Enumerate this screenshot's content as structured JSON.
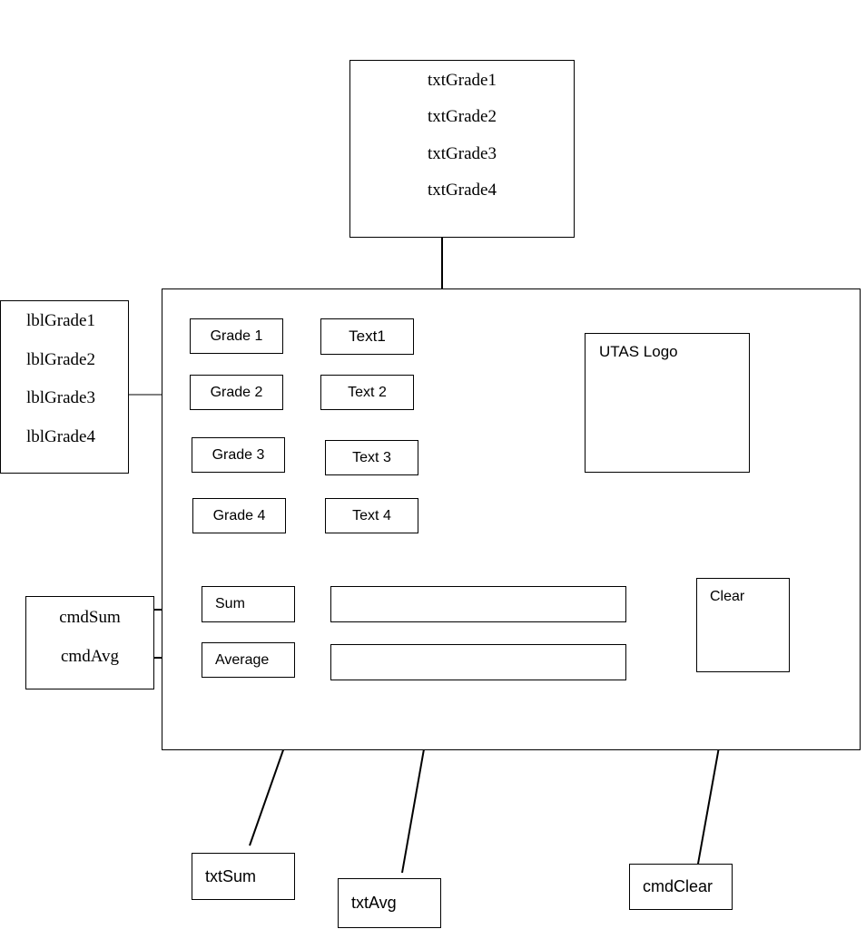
{
  "callouts": {
    "text_boxes": [
      "txtGrade1",
      "txtGrade2",
      "txtGrade3",
      "txtGrade4"
    ],
    "labels": [
      "lblGrade1",
      "lblGrade2",
      "lblGrade3",
      "lblGrade4"
    ],
    "commands": [
      "cmdSum",
      "cmdAvg"
    ],
    "txt_sum": "txtSum",
    "txt_avg": "txtAvg",
    "cmd_clear": "cmdClear"
  },
  "form": {
    "grade_labels": [
      "Grade 1",
      "Grade 2",
      "Grade 3",
      "Grade 4"
    ],
    "text_fields": [
      "Text1",
      "Text 2",
      "Text 3",
      "Text 4"
    ],
    "logo": "UTAS Logo",
    "sum_button": "Sum",
    "average_button": "Average",
    "sum_output": "",
    "average_output": "",
    "clear_button": "Clear"
  }
}
